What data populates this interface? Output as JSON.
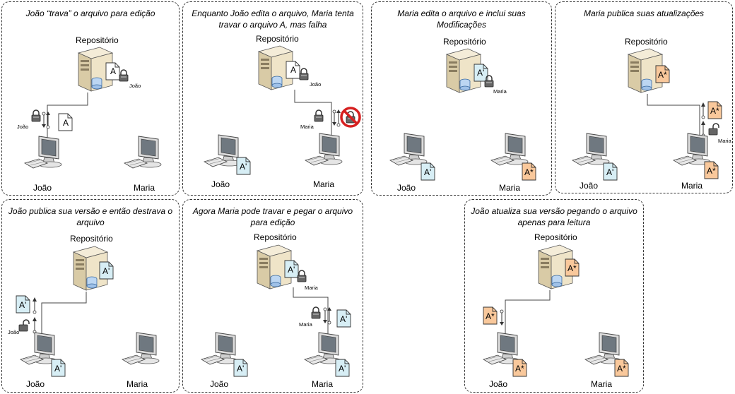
{
  "labels": {
    "repository": "Repositório",
    "joao": "João",
    "maria": "Maria",
    "file_a": "A",
    "file_a_prime": "A'",
    "file_a_star": "A*"
  },
  "colors": {
    "file_white": "#ffffff",
    "file_prime": "#d7eef5",
    "file_star": "#f9c89b",
    "server_body": "#e8dcc0",
    "db_blue": "#bcd6f2",
    "fail_red": "#d62020"
  },
  "panels": [
    {
      "title": "João “trava” o arquivo para edição"
    },
    {
      "title": "Enquanto João edita o arquivo, Maria tenta travar o arquivo A, mas falha"
    },
    {
      "title": "Maria edita o arquivo e inclui suas Modificações"
    },
    {
      "title": "Maria publica suas atualizações"
    },
    {
      "title": "João publica sua versão e então destrava o arquivo"
    },
    {
      "title": "Agora Maria pode travar e pegar o arquivo para edição"
    },
    {
      "title": "João atualiza sua versão pegando o arquivo apenas para leitura"
    }
  ]
}
